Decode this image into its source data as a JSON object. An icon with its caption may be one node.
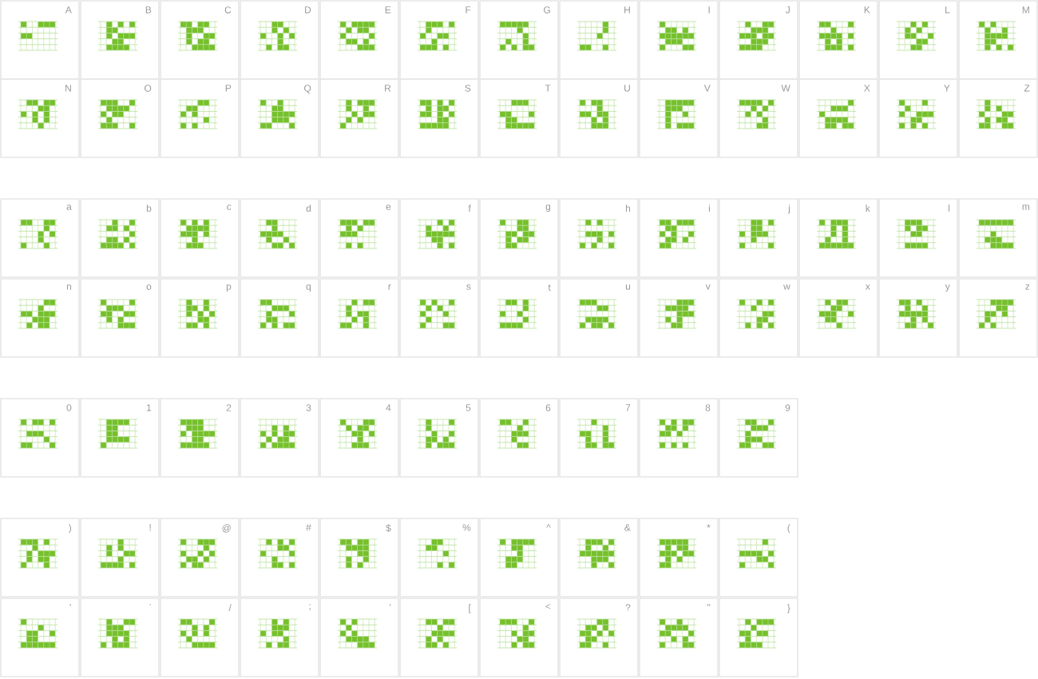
{
  "diagram": {
    "nodes": [
      {
        "text": [
          "A"
        ]
      },
      {
        "text": [
          "B"
        ]
      },
      {
        "text": [
          "C"
        ]
      },
      {
        "text": [
          "D"
        ]
      },
      {
        "text": [
          "E"
        ]
      },
      {
        "text": [
          "F"
        ]
      },
      {
        "text": [
          "G"
        ]
      },
      {
        "text": [
          "H"
        ]
      },
      {
        "text": [
          "I"
        ]
      },
      {
        "text": [
          "J"
        ]
      },
      {
        "text": [
          "K"
        ]
      },
      {
        "text": [
          "L"
        ]
      },
      {
        "text": [
          "M"
        ]
      },
      {
        "text": [
          "N"
        ]
      },
      {
        "text": [
          "O"
        ]
      },
      {
        "text": [
          "P"
        ]
      },
      {
        "text": [
          "Q"
        ]
      },
      {
        "text": [
          "R"
        ]
      },
      {
        "text": [
          "S"
        ]
      },
      {
        "text": [
          "T"
        ]
      },
      {
        "text": [
          "U"
        ]
      },
      {
        "text": [
          "V"
        ]
      },
      {
        "text": [
          "W"
        ]
      },
      {
        "text": [
          "X"
        ]
      },
      {
        "text": [
          "Y"
        ]
      },
      {
        "text": [
          "Z"
        ]
      },
      {
        "text": [
          "a"
        ]
      },
      {
        "text": [
          "b"
        ]
      },
      {
        "text": [
          "c"
        ]
      },
      {
        "text": [
          "d"
        ]
      },
      {
        "text": [
          "e"
        ]
      },
      {
        "text": [
          "f"
        ]
      },
      {
        "text": [
          "g"
        ]
      },
      {
        "text": [
          "h"
        ]
      },
      {
        "text": [
          "i"
        ]
      },
      {
        "text": [
          "j"
        ]
      },
      {
        "text": [
          "k"
        ]
      },
      {
        "text": [
          "l"
        ]
      },
      {
        "text": [
          "m"
        ]
      },
      {
        "text": [
          "n"
        ]
      },
      {
        "text": [
          "o"
        ]
      },
      {
        "text": [
          "p"
        ]
      },
      {
        "text": [
          "q"
        ]
      },
      {
        "text": [
          "r"
        ]
      },
      {
        "text": [
          "s"
        ]
      },
      {
        "text": [
          "t"
        ]
      },
      {
        "text": [
          "u"
        ]
      },
      {
        "text": [
          "v"
        ]
      },
      {
        "text": [
          "w"
        ]
      },
      {
        "text": [
          "x"
        ]
      },
      {
        "text": [
          "y"
        ]
      },
      {
        "text": [
          "z"
        ]
      },
      {
        "text": [
          "0"
        ]
      },
      {
        "text": [
          "1"
        ]
      },
      {
        "text": [
          "2"
        ]
      },
      {
        "text": [
          "3"
        ]
      },
      {
        "text": [
          "4"
        ]
      },
      {
        "text": [
          "5"
        ]
      },
      {
        "text": [
          "6"
        ]
      },
      {
        "text": [
          "7"
        ]
      },
      {
        "text": [
          "8"
        ]
      },
      {
        "text": [
          "9"
        ]
      },
      {
        "text": [
          ")"
        ]
      },
      {
        "text": [
          "!"
        ]
      },
      {
        "text": [
          "@"
        ]
      },
      {
        "text": [
          "#"
        ]
      },
      {
        "text": [
          "$"
        ]
      },
      {
        "text": [
          "%"
        ]
      },
      {
        "text": [
          "^"
        ]
      },
      {
        "text": [
          "&"
        ]
      },
      {
        "text": [
          "*"
        ]
      },
      {
        "text": [
          "("
        ]
      },
      {
        "text": [
          ","
        ]
      },
      {
        "text": [
          "."
        ]
      },
      {
        "text": [
          "/"
        ]
      },
      {
        "text": [
          ";"
        ]
      },
      {
        "text": [
          "'"
        ]
      },
      {
        "text": [
          "["
        ]
      },
      {
        "text": [
          "<"
        ]
      },
      {
        "text": [
          "?"
        ]
      },
      {
        "text": [
          "\""
        ]
      },
      {
        "text": [
          "}"
        ]
      }
    ]
  }
}
